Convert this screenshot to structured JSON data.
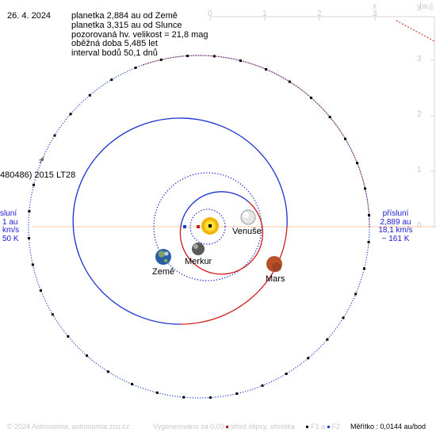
{
  "date": "26. 4. 2024",
  "info": {
    "line1": "planetka 2,884 au od Země",
    "line2": "planetka 3,315 au od Slunce",
    "line3": "pozorovaná hv. velikost = 21,8 mag",
    "line4": "oběžná doba 5,485 let",
    "line5": "interval bodů 50,1 dnů"
  },
  "axes": {
    "unit": "[au]",
    "x_letter": "x",
    "y_letter": "y",
    "x_ticks": [
      "0",
      "1",
      "2",
      "3"
    ],
    "y_ticks": [
      "3",
      "2",
      "1",
      "0"
    ]
  },
  "asteroid": {
    "name": "480486) 2015 LT28"
  },
  "planets": {
    "venus": "Venuše",
    "mercury": "Merkur",
    "earth": "Země",
    "mars": "Mars"
  },
  "perihelion_right": {
    "line1": "přísluní",
    "line2": "2,889 au",
    "line3": "18,1 km/s",
    "line4": "~ 161 K"
  },
  "perihelion_left": {
    "line1": "sluní",
    "line2": "1 au",
    "line3": "km/s",
    "line4": "50 K"
  },
  "footer": {
    "copyright": "© 2024 Astronomia, astronomia.zcu.cz",
    "generated": "Vygenerováno za 0,09 s",
    "center_legend": "střed elipsy, ohniska",
    "f1": "F1 a",
    "f2": "F2",
    "scale": "Měřítko : 0,0144 au/bod"
  },
  "colors": {
    "sun": "#f5c400",
    "orbit_blue": "#1a2fd0",
    "orbit_red": "#d01a1a",
    "asteroid_orbit": "#1a44c8",
    "asteroid_dots": "#000000",
    "axis_line": "#f3c9a8",
    "tick_gray": "#c8c8c8"
  }
}
